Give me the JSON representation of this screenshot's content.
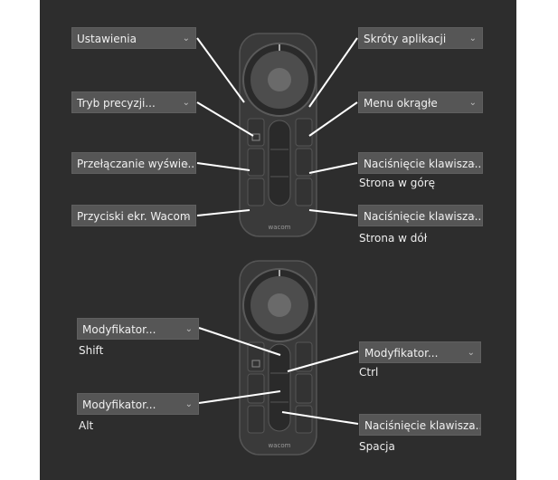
{
  "top": {
    "left": [
      {
        "id": "ustawienia",
        "label": "Ustawienia"
      },
      {
        "id": "tryb",
        "label": "Tryb precyzji..."
      },
      {
        "id": "przelaczanie",
        "label": "Przełączanie wyświe..."
      },
      {
        "id": "przyciski",
        "label": "Przyciski ekr. Wacom"
      }
    ],
    "right": [
      {
        "id": "skroty",
        "label": "Skróty aplikacji",
        "sub": ""
      },
      {
        "id": "menu",
        "label": "Menu okrągłe",
        "sub": ""
      },
      {
        "id": "nacisniecie1",
        "label": "Naciśnięcie klawisza...",
        "sub": "Strona w górę"
      },
      {
        "id": "nacisniecie2",
        "label": "Naciśnięcie klawisza...",
        "sub": "Strona w dół"
      }
    ],
    "brand": "wacom"
  },
  "bottom": {
    "left": [
      {
        "id": "modyfikator1",
        "label": "Modyfikator...",
        "sub": "Shift"
      },
      {
        "id": "modyfikator2",
        "label": "Modyfikator...",
        "sub": "Alt"
      }
    ],
    "right": [
      {
        "id": "modyfikator3",
        "label": "Modyfikator...",
        "sub": "Ctrl"
      },
      {
        "id": "nacisniecie3",
        "label": "Naciśnięcie klawisza...",
        "sub": "Spacja"
      }
    ],
    "brand": "wacom"
  },
  "colors": {
    "panel": "#2d2d2d",
    "dropdown": "#565656",
    "line": "#ffffff"
  },
  "icons": {
    "dropdown_arrow": "chevron-down-icon"
  }
}
